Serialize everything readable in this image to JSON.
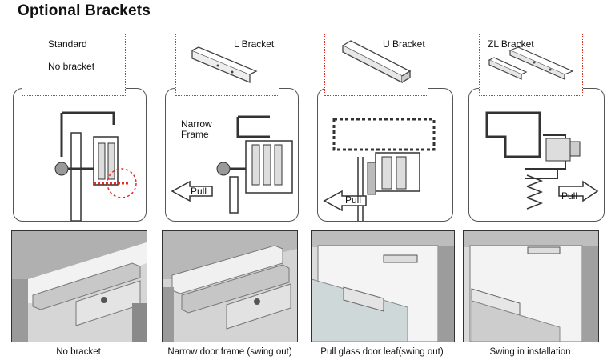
{
  "title": "Optional Brackets",
  "brackets": [
    {
      "name": "Standard",
      "note": "No bracket"
    },
    {
      "name": "L Bracket"
    },
    {
      "name": "U Bracket"
    },
    {
      "name": "ZL Bracket"
    }
  ],
  "diagram_labels": {
    "narrow_frame": "Narrow Frame",
    "pull": "Pull"
  },
  "captions": [
    "No bracket",
    "Narrow door frame (swing out)",
    "Pull glass door leaf(swing out)",
    "Swing in installation"
  ]
}
